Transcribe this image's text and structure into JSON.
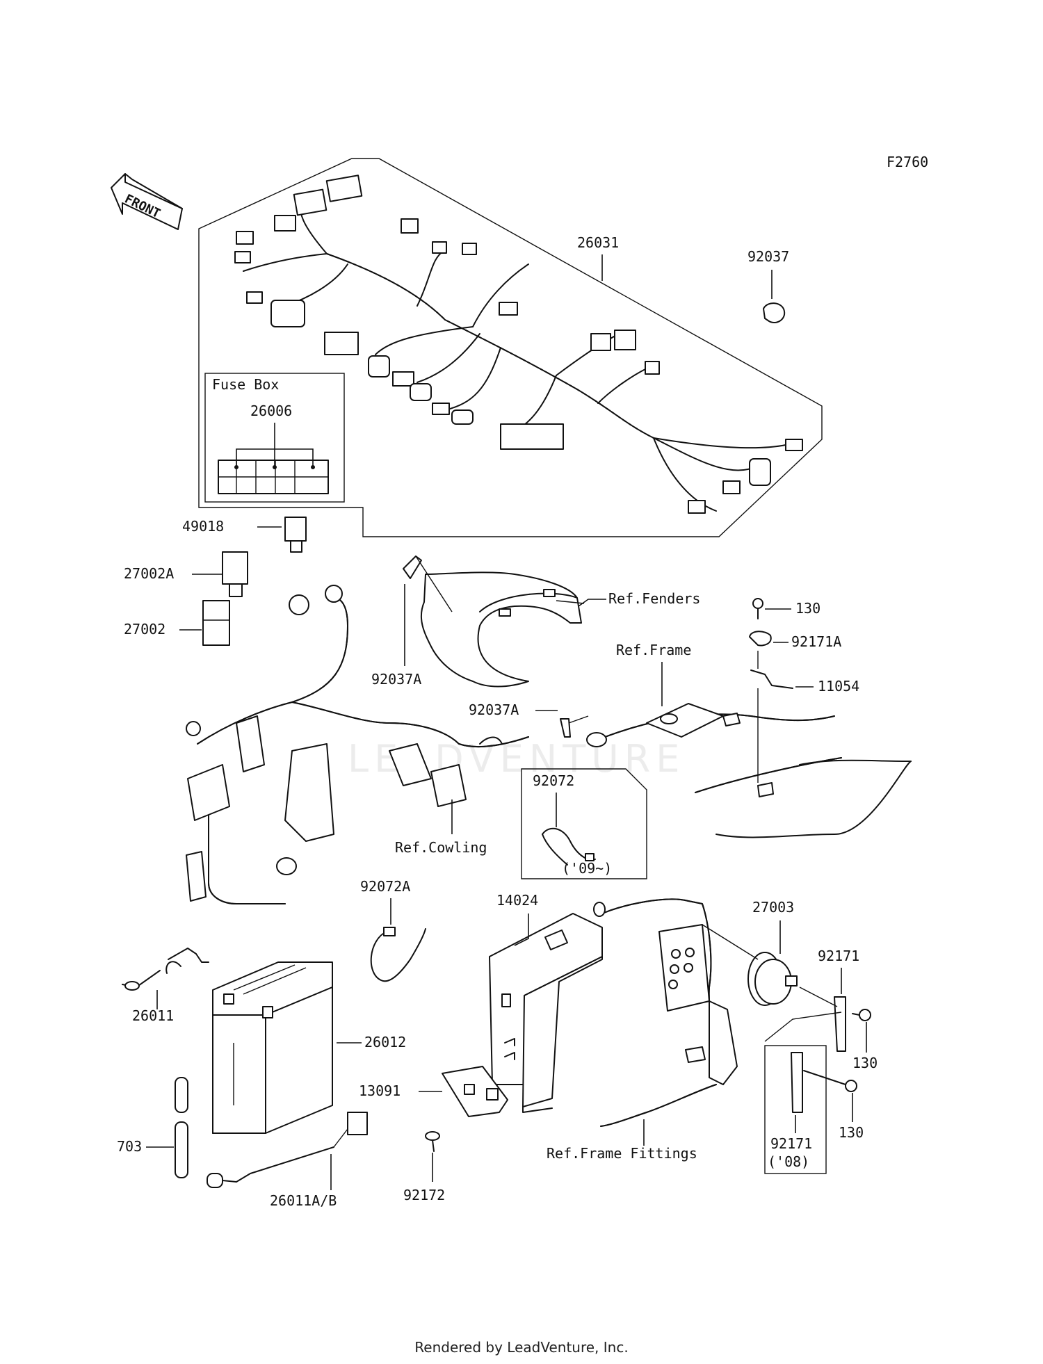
{
  "diagram_code": "F2760",
  "front_label": "FRONT",
  "watermark": "LEADVENTURE",
  "footer": "Rendered by LeadVenture, Inc.",
  "fuse_box": {
    "title": "Fuse Box",
    "part": "26006"
  },
  "callouts": {
    "harness": "26031",
    "clamp_top": "92037",
    "relay_49018": "49018",
    "relay_27002A": "27002A",
    "relay_27002": "27002",
    "clamp_92037A_1": "92037A",
    "clamp_92037A_2": "92037A",
    "ref_fenders": "Ref.Fenders",
    "bolt_130_top": "130",
    "clamp_92171A": "92171A",
    "ref_frame": "Ref.Frame",
    "bracket_11054": "11054",
    "ref_cowling": "Ref.Cowling",
    "band_92072": "92072",
    "band_92072_year": "('09~)",
    "band_92072A": "92072A",
    "case_14024": "14024",
    "horn_27003": "27003",
    "bracket_92171": "92171",
    "lead_26011": "26011",
    "battery_26012": "26012",
    "bolt_130_mid": "130",
    "bracket_13091": "13091",
    "tube_703": "703",
    "cable_26011AB": "26011A/B",
    "screw_92172": "92172",
    "ref_frame_fittings": "Ref.Frame Fittings",
    "bolt_130_low": "130",
    "bracket_92171_b": "92171",
    "bracket_92171_b_year": "('08)"
  }
}
